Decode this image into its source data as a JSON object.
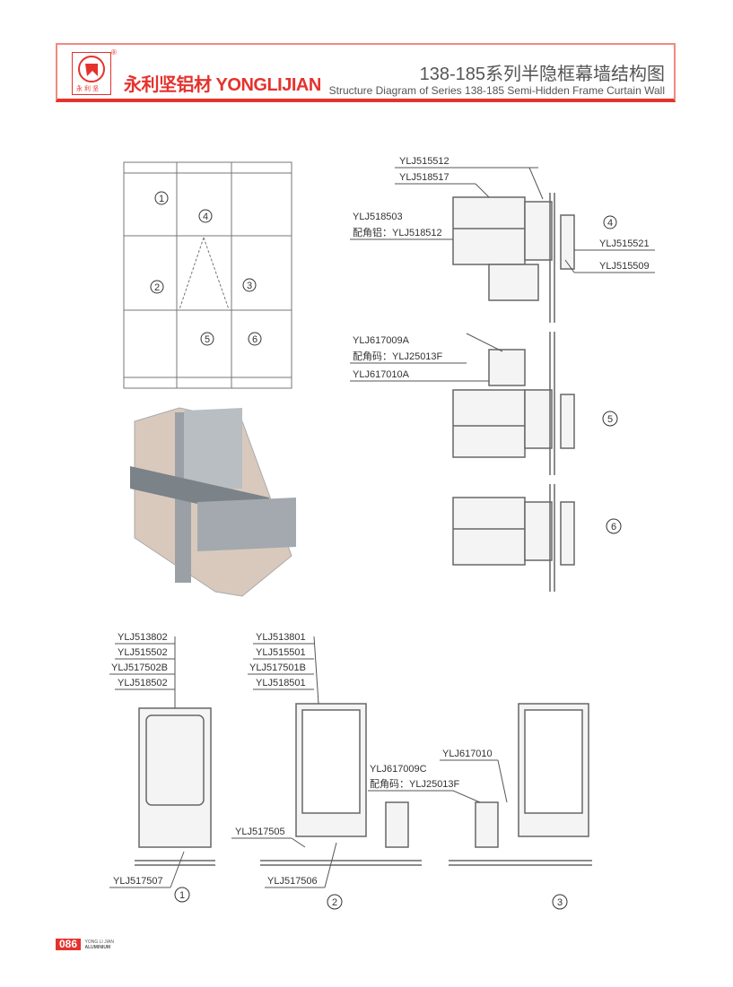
{
  "header": {
    "brand": "永利坚铝材 YONGLIJIAN",
    "logo_text": "永利坚",
    "title_cn": "138-185系列半隐框幕墙结构图",
    "title_en": "Structure Diagram of Series 138-185 Semi-Hidden Frame Curtain Wall",
    "accent_color": "#e5322d"
  },
  "elevation": {
    "markers": [
      "1",
      "2",
      "3",
      "4",
      "5",
      "6"
    ]
  },
  "vertical_section": {
    "labels": [
      "YLJ515512",
      "YLJ518517",
      "YLJ518503",
      "配角铝：YLJ518512",
      "YLJ515521",
      "YLJ515509",
      "YLJ617009A",
      "配角码：YLJ25013F",
      "YLJ617010A"
    ],
    "markers": [
      "4",
      "5",
      "6"
    ]
  },
  "horizontal_section": {
    "labels_1": [
      "YLJ513802",
      "YLJ515502",
      "YLJ517502B",
      "YLJ518502",
      "YLJ517507"
    ],
    "labels_2": [
      "YLJ513801",
      "YLJ515501",
      "YLJ517501B",
      "YLJ518501",
      "YLJ517505",
      "YLJ517506"
    ],
    "labels_3": [
      "YLJ617010",
      "YLJ617009C",
      "配角码：YLJ25013F"
    ],
    "markers": [
      "1",
      "2",
      "3"
    ]
  },
  "footer": {
    "page": "086",
    "line1": "YONG LI JIAN",
    "line2": "ALUMINIUM"
  }
}
